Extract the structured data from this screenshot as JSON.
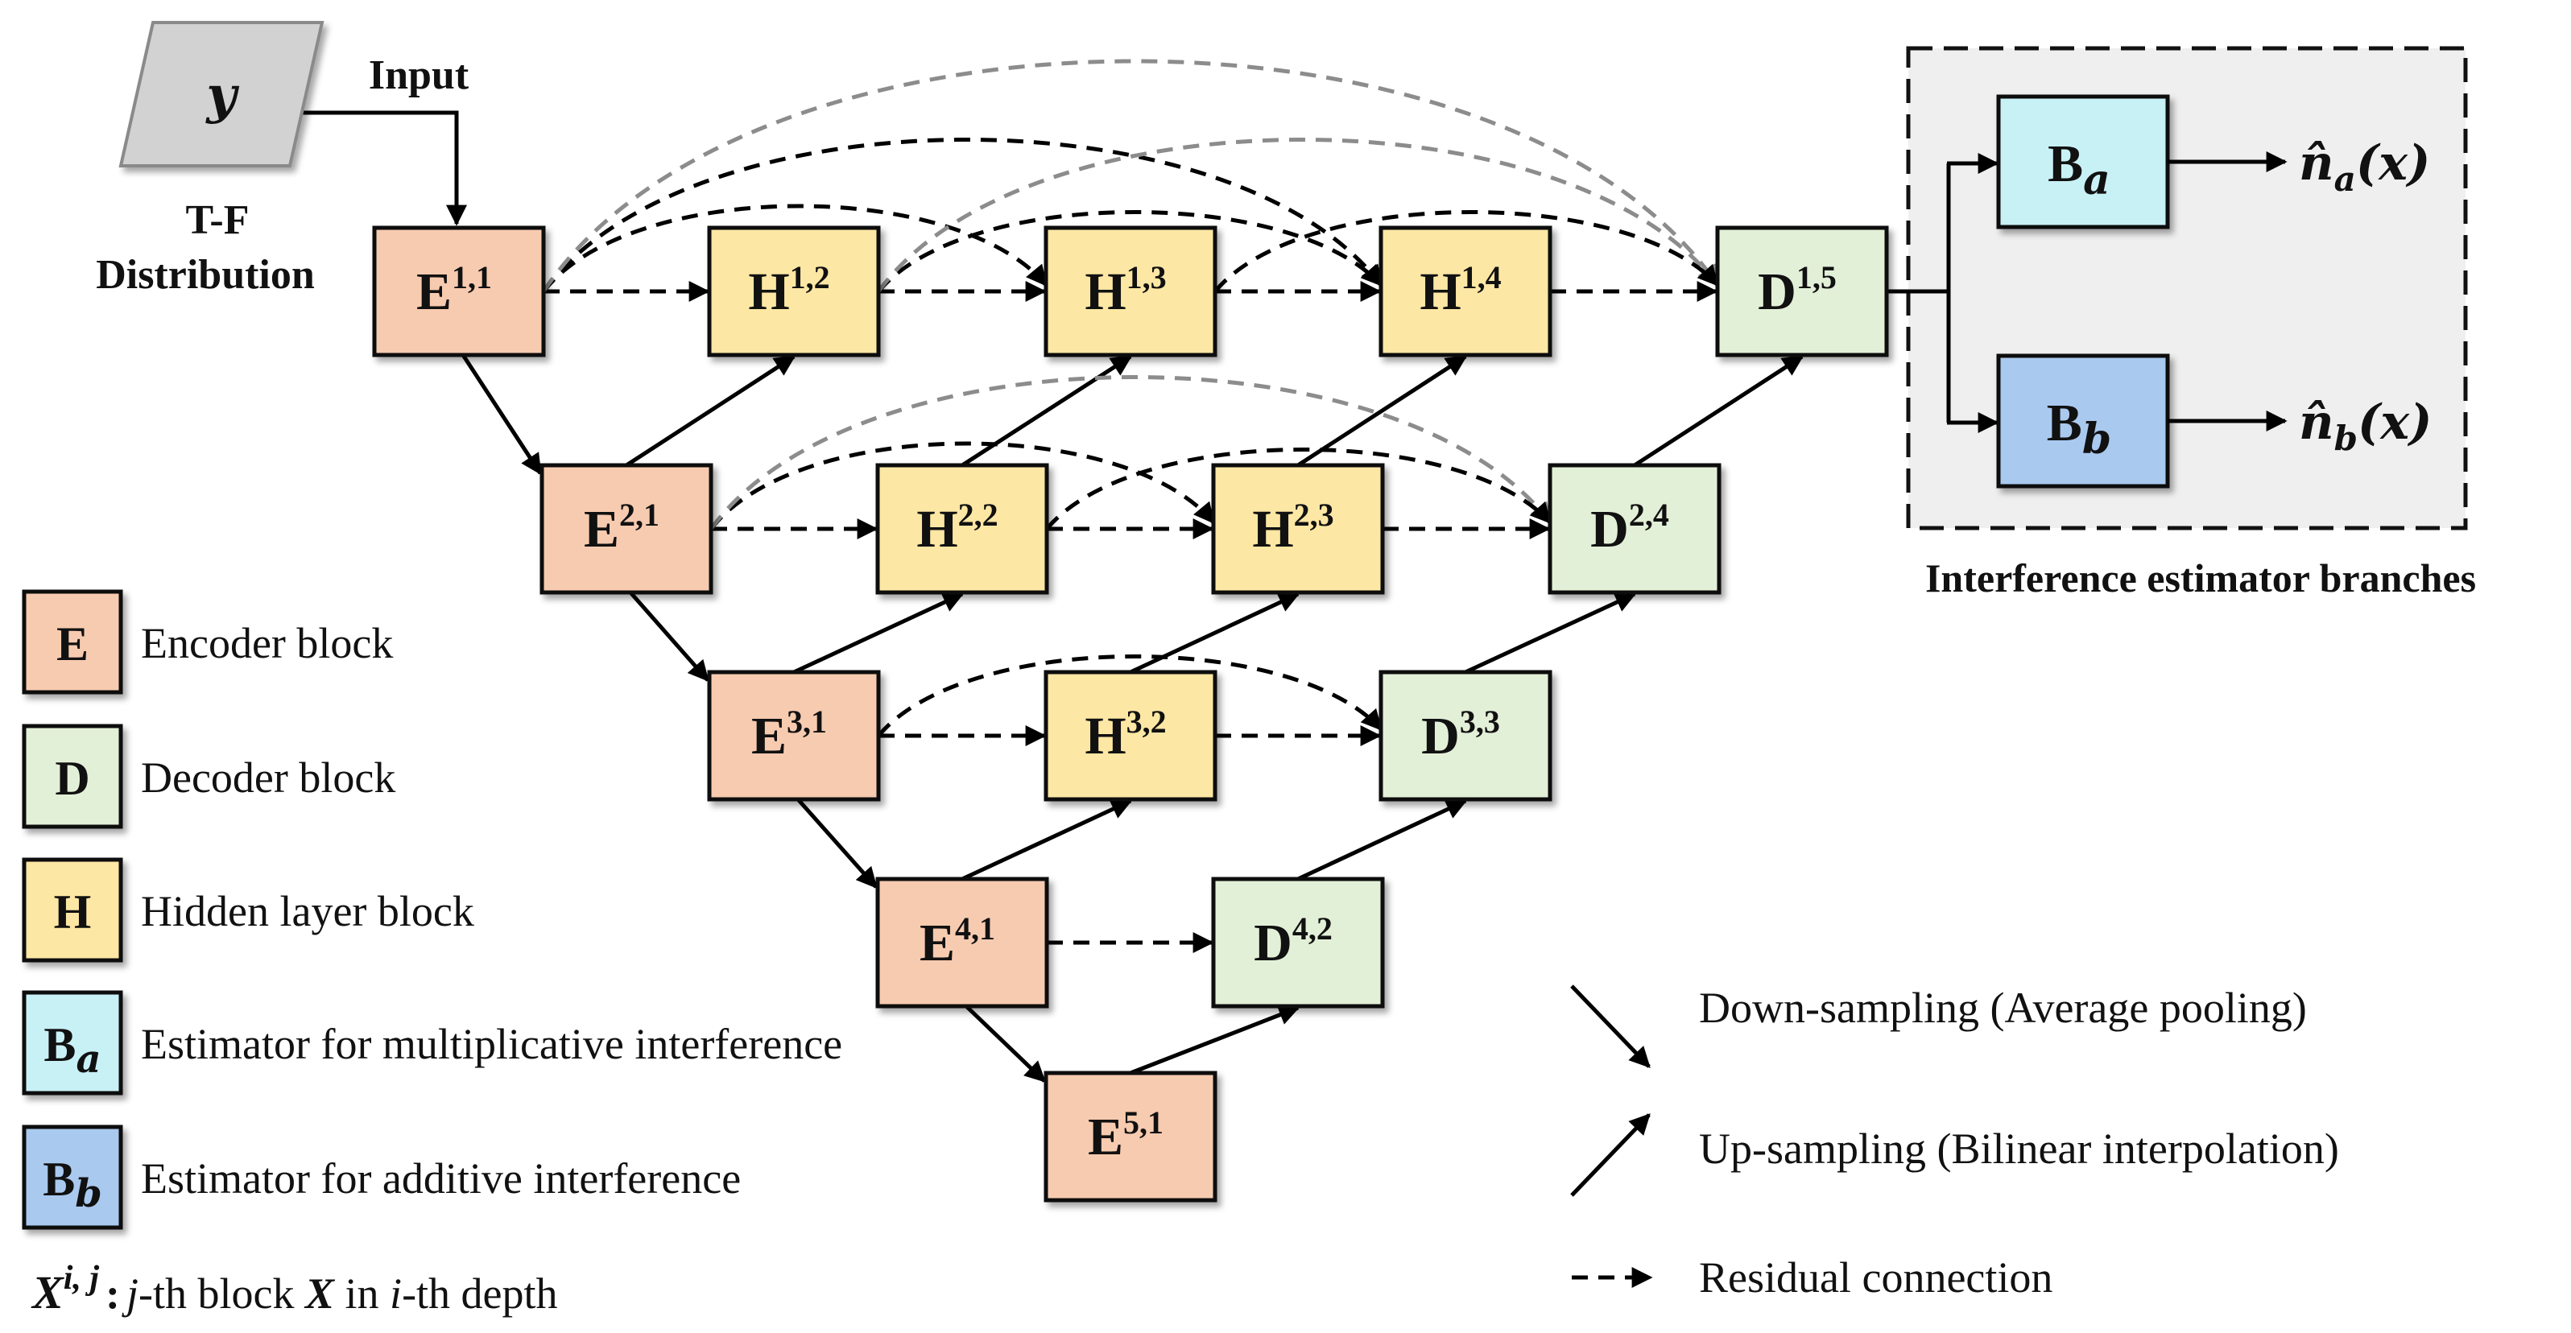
{
  "input": {
    "symbol": "y",
    "label": "Input",
    "caption_line1": "T-F",
    "caption_line2": "Distribution"
  },
  "colors": {
    "E": "#f7cbb0",
    "H": "#fde7a4",
    "D": "#e3f0d8",
    "Ba": "#c8f1f6",
    "Bb": "#a9c9ef",
    "input": "#d2d2d2",
    "panel": "#efefef",
    "arrow": "#000000",
    "grey_arrow": "#8c8c8c"
  },
  "blocks": [
    {
      "id": "E11",
      "type": "E",
      "letter": "E",
      "sup": "1,1"
    },
    {
      "id": "H12",
      "type": "H",
      "letter": "H",
      "sup": "1,2"
    },
    {
      "id": "H13",
      "type": "H",
      "letter": "H",
      "sup": "1,3"
    },
    {
      "id": "H14",
      "type": "H",
      "letter": "H",
      "sup": "1,4"
    },
    {
      "id": "D15",
      "type": "D",
      "letter": "D",
      "sup": "1,5"
    },
    {
      "id": "E21",
      "type": "E",
      "letter": "E",
      "sup": "2,1"
    },
    {
      "id": "H22",
      "type": "H",
      "letter": "H",
      "sup": "2,2"
    },
    {
      "id": "H23",
      "type": "H",
      "letter": "H",
      "sup": "2,3"
    },
    {
      "id": "D24",
      "type": "D",
      "letter": "D",
      "sup": "2,4"
    },
    {
      "id": "E31",
      "type": "E",
      "letter": "E",
      "sup": "3,1"
    },
    {
      "id": "H32",
      "type": "H",
      "letter": "H",
      "sup": "3,2"
    },
    {
      "id": "D33",
      "type": "D",
      "letter": "D",
      "sup": "3,3"
    },
    {
      "id": "E41",
      "type": "E",
      "letter": "E",
      "sup": "4,1"
    },
    {
      "id": "D42",
      "type": "D",
      "letter": "D",
      "sup": "4,2"
    },
    {
      "id": "E51",
      "type": "E",
      "letter": "E",
      "sup": "5,1"
    }
  ],
  "branches": {
    "title": "Interference estimator branches",
    "items": [
      {
        "id": "Ba",
        "letter": "B",
        "sub": "a",
        "output_hat": "n̂",
        "output_sub": "a",
        "output_arg": "(x)"
      },
      {
        "id": "Bb",
        "letter": "B",
        "sub": "b",
        "output_hat": "n̂",
        "output_sub": "b",
        "output_arg": "(x)"
      }
    ]
  },
  "legend": [
    {
      "key": "E",
      "sub": "",
      "color_key": "E",
      "text": "Encoder block"
    },
    {
      "key": "D",
      "sub": "",
      "color_key": "D",
      "text": "Decoder block"
    },
    {
      "key": "H",
      "sub": "",
      "color_key": "H",
      "text": "Hidden layer block"
    },
    {
      "key": "B",
      "sub": "a",
      "color_key": "Ba",
      "text": "Estimator for multiplicative interference"
    },
    {
      "key": "B",
      "sub": "b",
      "color_key": "Bb",
      "text": "Estimator for additive interference"
    }
  ],
  "notation": {
    "symbol": "X",
    "sup": "i, j",
    "colon": ":",
    "j": "j",
    "mid1": "-th block ",
    "X": "X",
    "mid2": " in ",
    "i": "i",
    "end": "-th depth"
  },
  "arrow_legend": [
    {
      "kind": "down",
      "text": "Down-sampling (Average pooling)"
    },
    {
      "kind": "up",
      "text": "Up-sampling (Bilinear interpolation)"
    },
    {
      "kind": "residual",
      "text": "Residual connection"
    }
  ]
}
